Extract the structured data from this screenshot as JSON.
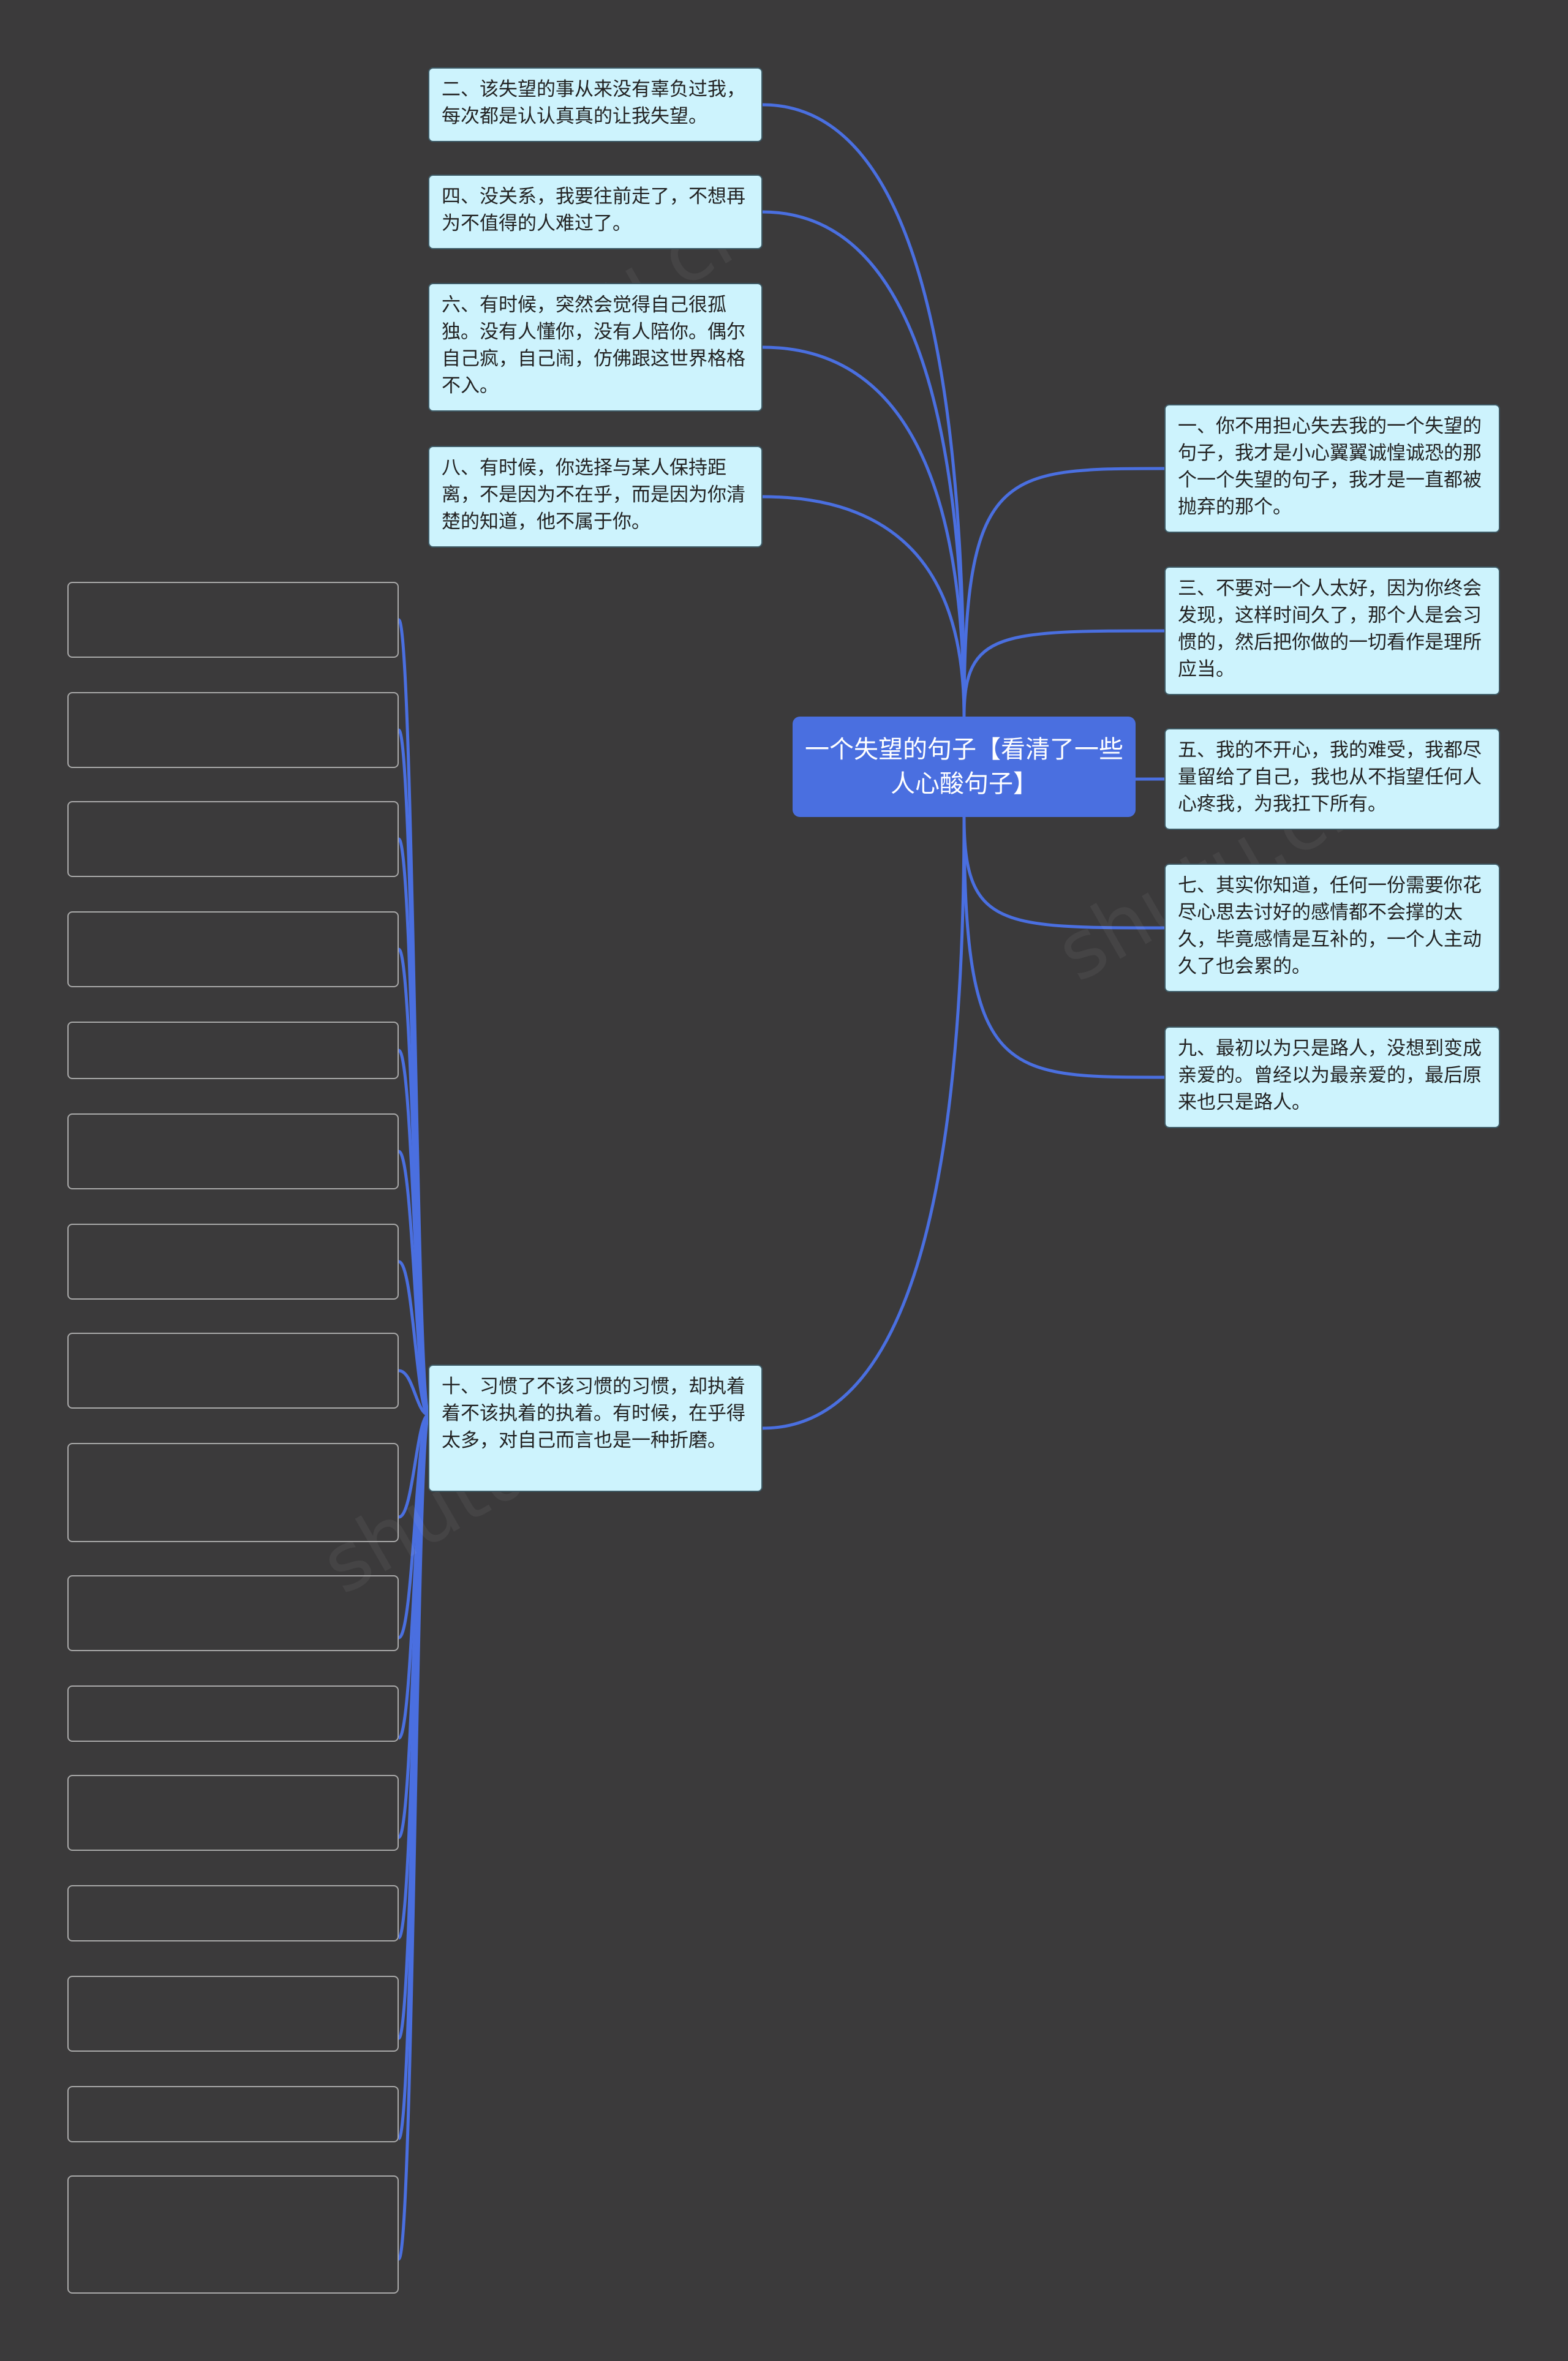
{
  "diagram": {
    "root": {
      "label": "一个失望的句子【看清了一些人心酸句子】"
    },
    "left_branches": [
      {
        "id": "n2",
        "label": "二、该失望的事从来没有辜负过我，每次都是认认真真的让我失望。"
      },
      {
        "id": "n4",
        "label": "四、没关系，我要往前走了，不想再为不值得的人难过了。"
      },
      {
        "id": "n6",
        "label": "六、有时候，突然会觉得自己很孤独。没有人懂你，没有人陪你。偶尔自己疯，自己闹，仿佛跟这世界格格不入。"
      },
      {
        "id": "n8",
        "label": "八、有时候，你选择与某人保持距离，不是因为不在乎，而是因为你清楚的知道，他不属于你。"
      },
      {
        "id": "n10",
        "label": "十、习惯了不该习惯的习惯，却执着着不该执着的执着。有时候，在乎得太多，对自己而言也是一种折磨。"
      }
    ],
    "right_branches": [
      {
        "id": "n1",
        "label": "一、你不用担心失去我的一个失望的句子，我才是小心翼翼诚惶诚恐的那个一个失望的句子，我才是一直都被抛弃的那个。"
      },
      {
        "id": "n3",
        "label": "三、不要对一个人太好，因为你终会发现，这样时间久了，那个人是会习惯的，然后把你做的一切看作是理所应当。"
      },
      {
        "id": "n5",
        "label": "五、我的不开心，我的难受，我都尽量留给了自己，我也从不指望任何人心疼我，为我扛下所有。"
      },
      {
        "id": "n7",
        "label": "七、其实你知道，任何一份需要你花尽心思去讨好的感情都不会撑的太久，毕竟感情是互补的，一个人主动久了也会累的。"
      },
      {
        "id": "n9",
        "label": "九、最初以为只是路人，没想到变成亲爱的。曾经以为最亲爱的，最后原来也只是路人。"
      }
    ],
    "collapsed_children_count": 16
  },
  "colors": {
    "background": "#3b3a3b",
    "root_fill": "#4a6fe0",
    "node_fill": "#cdf3fd",
    "edge": "#4a6fe0",
    "leaf_border": "#a9a9a9"
  }
}
